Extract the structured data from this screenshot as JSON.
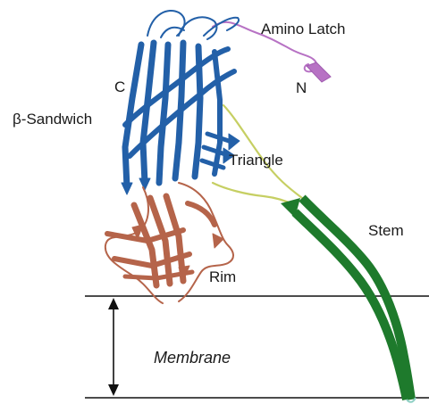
{
  "labels": {
    "amino_latch": "Amino Latch",
    "n_terminus": "N",
    "c_terminus": "C",
    "beta_sandwich": "β-Sandwich",
    "triangle": "Triangle",
    "stem": "Stem",
    "rim": "Rim",
    "membrane": "Membrane"
  },
  "colors": {
    "beta_sandwich": "#2360a8",
    "rim": "#b5644a",
    "stem": "#1e7a2c",
    "triangle_linker": "#c6cf63",
    "amino_latch": "#b772c4",
    "membrane_lines": "#111111"
  }
}
